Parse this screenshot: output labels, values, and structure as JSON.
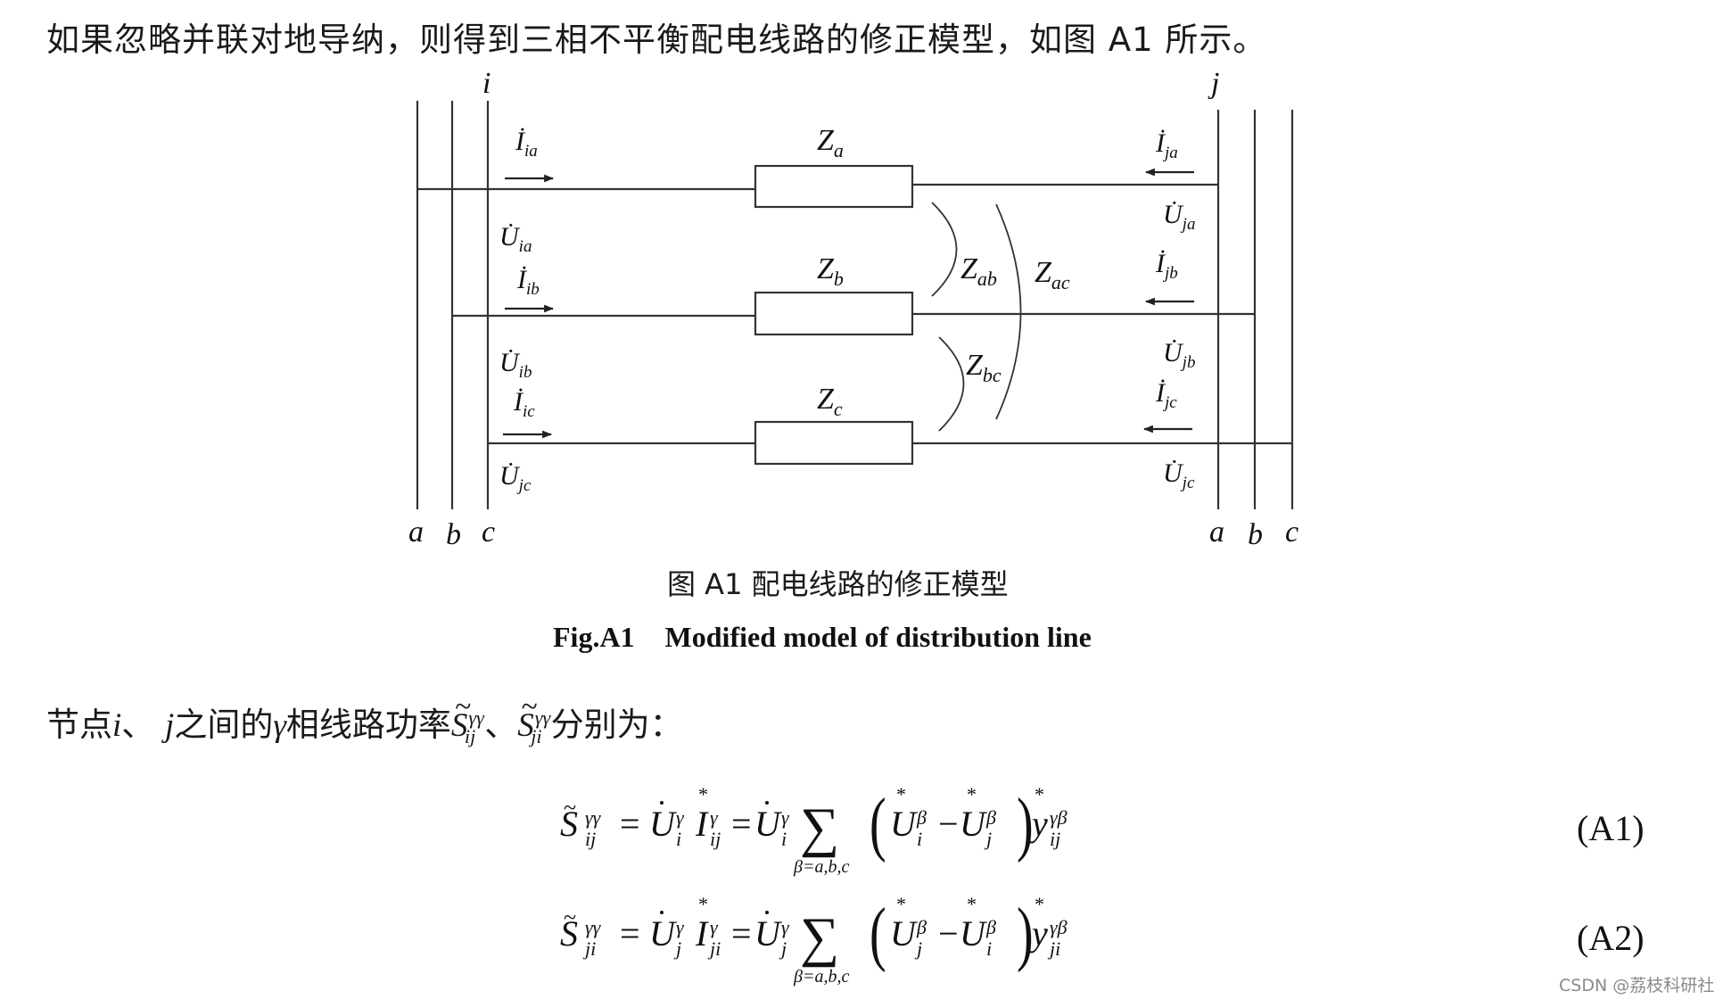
{
  "intro_text": "如果忽略并联对地导纳，则得到三相不平衡配电线路的修正模型，如图 A1 所示。",
  "figure": {
    "node_i_label": "i",
    "node_j_label": "j",
    "phase_labels_left": [
      "a",
      "b",
      "c"
    ],
    "phase_labels_right": [
      "a",
      "b",
      "c"
    ],
    "impedances": {
      "Za": {
        "base": "Z",
        "sub": "a"
      },
      "Zb": {
        "base": "Z",
        "sub": "b"
      },
      "Zc": {
        "base": "Z",
        "sub": "c"
      },
      "Zab": {
        "base": "Z",
        "sub": "ab"
      },
      "Zbc": {
        "base": "Z",
        "sub": "bc"
      },
      "Zac": {
        "base": "Z",
        "sub": "ac"
      }
    },
    "left_currents": [
      {
        "base": "İ",
        "sub": "ia"
      },
      {
        "base": "İ",
        "sub": "ib"
      },
      {
        "base": "İ",
        "sub": "ic"
      }
    ],
    "left_voltages": [
      {
        "base": "U̇",
        "sub": "ia"
      },
      {
        "base": "U̇",
        "sub": "ib"
      },
      {
        "base": "U̇",
        "sub": "jc"
      }
    ],
    "right_currents": [
      {
        "base": "İ",
        "sub": "ja"
      },
      {
        "base": "İ",
        "sub": "jb"
      },
      {
        "base": "İ",
        "sub": "jc"
      }
    ],
    "right_voltages": [
      {
        "base": "U̇",
        "sub": "ja"
      },
      {
        "base": "U̇",
        "sub": "jb"
      },
      {
        "base": "U̇",
        "sub": "jc"
      }
    ]
  },
  "caption_cn": "图 A1  配电线路的修正模型",
  "caption_en_fig": "Fig.A1",
  "caption_en_title": "Modified model of distribution line",
  "para2": {
    "p1": "节点",
    "i": "i",
    "sep1": "、",
    "j": "j",
    "p2": "之间的",
    "gamma": "γ",
    "p3": "相线路功率",
    "S": "S",
    "tilde": "~",
    "sub_ij": "ij",
    "sub_ji": "ji",
    "sup": "γγ",
    "sep2": "、",
    "p4": "分别为："
  },
  "equations": [
    {
      "number": "(A1)",
      "lhs": {
        "S": "S",
        "sub": "ij",
        "sup": "γγ"
      },
      "text_latex": "\\tilde{S}_{ij}^{\\gamma\\gamma} = \\dot{U}_i^{\\gamma} \\overset{*}{I}_{ij}^{\\gamma} = \\dot{U}_i^{\\gamma} \\sum_{\\beta=a,b,c} \\left( \\overset{*}{U}_i^{\\beta} - \\overset{*}{U}_j^{\\beta} \\right) \\overset{*}{y}_{ij}^{\\gamma\\beta}",
      "U1_sub": "i",
      "I_sub": "ij",
      "U_sum_a": "i",
      "U_sum_b": "j",
      "y_sub": "ij"
    },
    {
      "number": "(A2)",
      "lhs": {
        "S": "S",
        "sub": "ji",
        "sup": "γγ"
      },
      "text_latex": "\\tilde{S}_{ji}^{\\gamma\\gamma} = \\dot{U}_j^{\\gamma} \\overset{*}{I}_{ji}^{\\gamma} = \\dot{U}_j^{\\gamma} \\sum_{\\beta=a,b,c} \\left( \\overset{*}{U}_j^{\\beta} - \\overset{*}{U}_i^{\\beta} \\right) \\overset{*}{y}_{ji}^{\\gamma\\beta}",
      "U1_sub": "j",
      "I_sub": "ji",
      "U_sum_a": "j",
      "U_sum_b": "i",
      "y_sub": "ji"
    }
  ],
  "eq_common": {
    "equals": "=",
    "minus": "−",
    "sum": "∑",
    "sum_limit": "β=a,b,c",
    "star": "*",
    "gamma": "γ",
    "beta": "β",
    "gamma_beta": "γβ",
    "U": "U",
    "I": "I",
    "y": "y",
    "lparen": "(",
    "rparen": ")",
    "dot": "·"
  },
  "watermark": "CSDN @荔枝科研社"
}
